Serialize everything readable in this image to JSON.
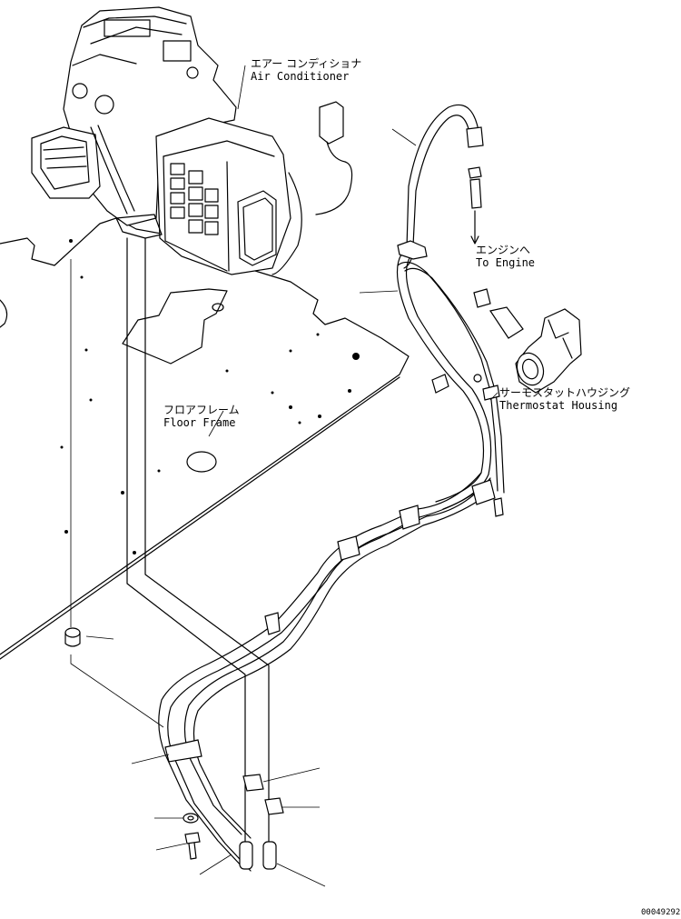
{
  "labels": {
    "air_conditioner_ja": "エアー コンディショナ",
    "air_conditioner_en": "Air Conditioner",
    "to_engine_ja": "エンジンへ",
    "to_engine_en": "To Engine",
    "thermostat_ja": "サーモスタットハウジング",
    "thermostat_en": "Thermostat Housing",
    "floor_frame_ja": "フロアフレーム",
    "floor_frame_en": "Floor Frame"
  },
  "drawing_number": "00049292"
}
